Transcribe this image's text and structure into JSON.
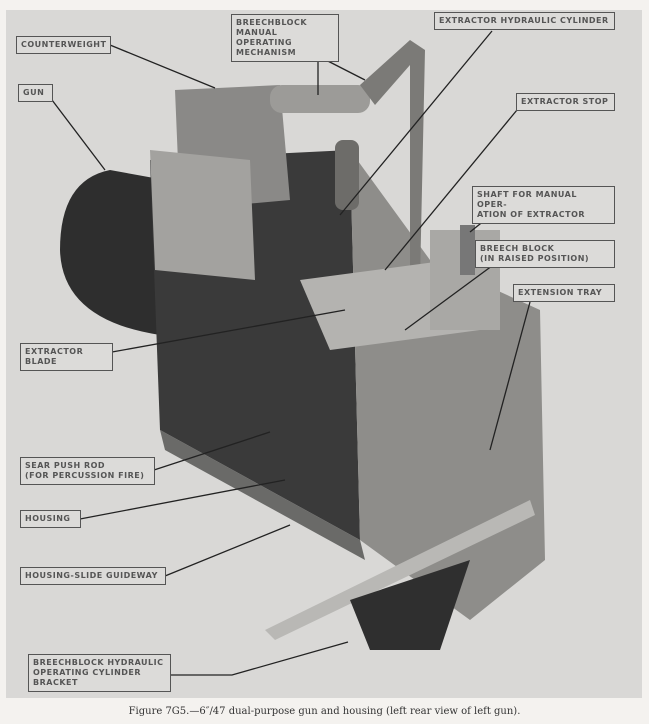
{
  "labels": {
    "counterweight": "COUNTERWEIGHT",
    "breechblock_manual": "BREECHBLOCK\nMANUAL OPERATING\nMECHANISM",
    "extractor_hydraulic": "EXTRACTOR HYDRAULIC CYLINDER",
    "gun": "GUN",
    "extractor_stop": "EXTRACTOR STOP",
    "shaft": "SHAFT FOR MANUAL OPER-\nATION OF EXTRACTOR",
    "breech_block": "BREECH BLOCK\n(IN RAISED POSITION)",
    "extension_tray": "EXTENSION TRAY",
    "extractor_blade": "EXTRACTOR BLADE",
    "sear_push_rod": "SEAR PUSH ROD\n(FOR PERCUSSION FIRE)",
    "housing": "HOUSING",
    "guideway": "HOUSING-SLIDE GUIDEWAY",
    "bracket": "BREECHBLOCK HYDRAULIC\nOPERATING CYLINDER\nBRACKET"
  },
  "caption": "Figure 7G5.—6″/47 dual-purpose gun and housing (left rear view of left gun)."
}
